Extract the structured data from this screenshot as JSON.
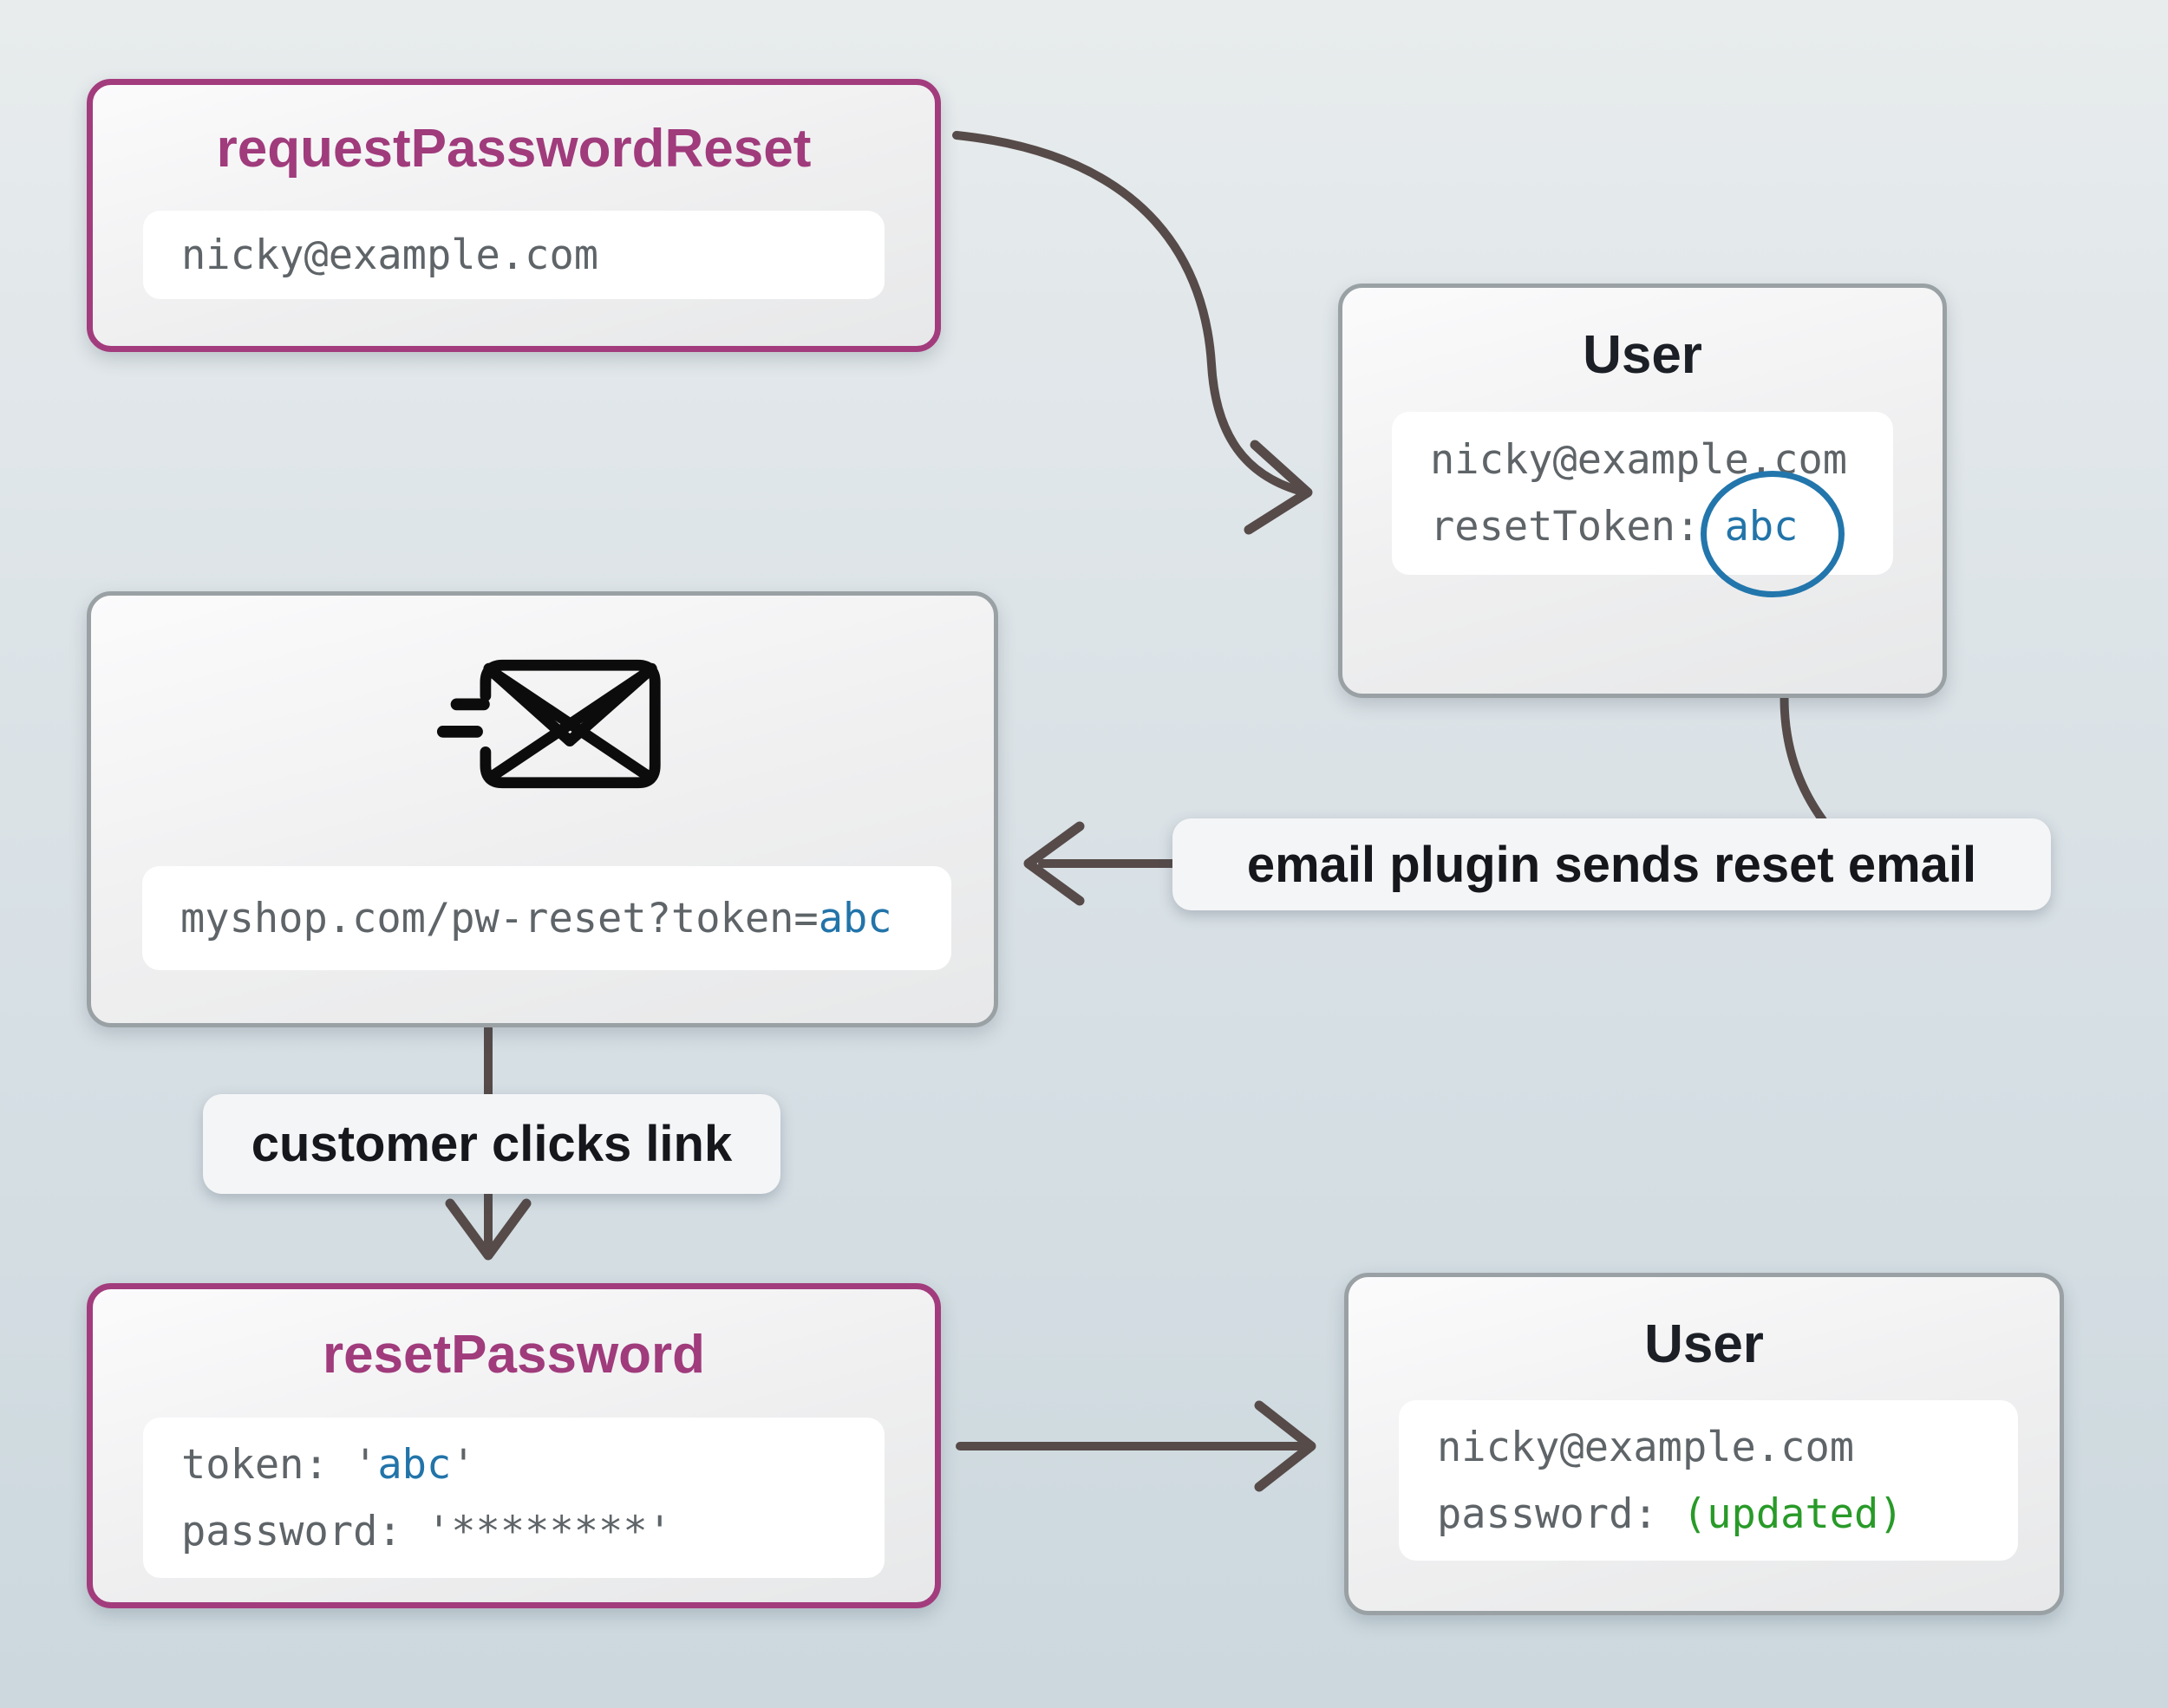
{
  "colors": {
    "accent_purple": "#a03b7c",
    "purple_border": "#a23c7d",
    "gray_border": "#9aa1a5",
    "token_blue": "#2274a9",
    "updated_green": "#289a28",
    "mono_gray": "#5e6468",
    "title_dark": "#1c2026",
    "arrow": "#564b49"
  },
  "request_box": {
    "title": "requestPasswordReset",
    "email": "nicky@example.com"
  },
  "user_top": {
    "title": "User",
    "email": "nicky@example.com",
    "reset_token_key": "resetToken: ",
    "reset_token_value": "abc"
  },
  "email_box": {
    "icon": "send-email-icon",
    "url_prefix": "myshop.com/pw-reset?token=",
    "url_token": "abc"
  },
  "labels": {
    "email_plugin": "email plugin sends reset email",
    "customer_clicks": "customer clicks link"
  },
  "reset_box": {
    "title": "resetPassword",
    "token_prefix": "token: '",
    "token_value": "abc",
    "token_suffix": "'",
    "password_line": "password: '********'"
  },
  "user_bottom": {
    "title": "User",
    "email": "nicky@example.com",
    "password_key": "password: ",
    "password_value": "(updated)"
  }
}
